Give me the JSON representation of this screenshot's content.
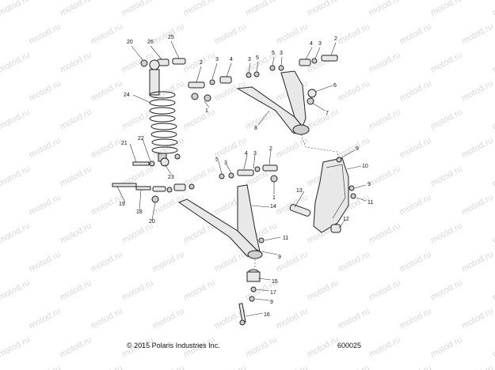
{
  "footer": {
    "copyright": "© 2015 Polaris Industries Inc.",
    "drawing_number": "600025"
  },
  "watermark": {
    "text": "motod.ru"
  },
  "callouts": {
    "c20a": "20",
    "c26": "26",
    "c25": "25",
    "c2a": "2",
    "c3a": "3",
    "c4a": "4",
    "c3b": "3",
    "c5a": "5",
    "c5b": "5",
    "c3c": "3",
    "c4b": "4",
    "c3d": "3",
    "c2b": "2",
    "c6": "6",
    "c7": "7",
    "c1a": "1",
    "c8": "8",
    "c24": "24",
    "c21": "21",
    "c22": "22",
    "c23": "23",
    "c9a": "9",
    "c10": "10",
    "c9b": "9",
    "c11a": "11",
    "c5c": "5",
    "c3e": "3",
    "c4c": "4",
    "c3f": "3",
    "c2c": "2",
    "c1b": "1",
    "c19": "19",
    "c18": "18",
    "c20b": "20",
    "c14": "14",
    "c13": "13",
    "c12": "12",
    "c11b": "11",
    "c9c": "9",
    "c15": "15",
    "c17": "17",
    "c9d": "9",
    "c16": "16"
  }
}
